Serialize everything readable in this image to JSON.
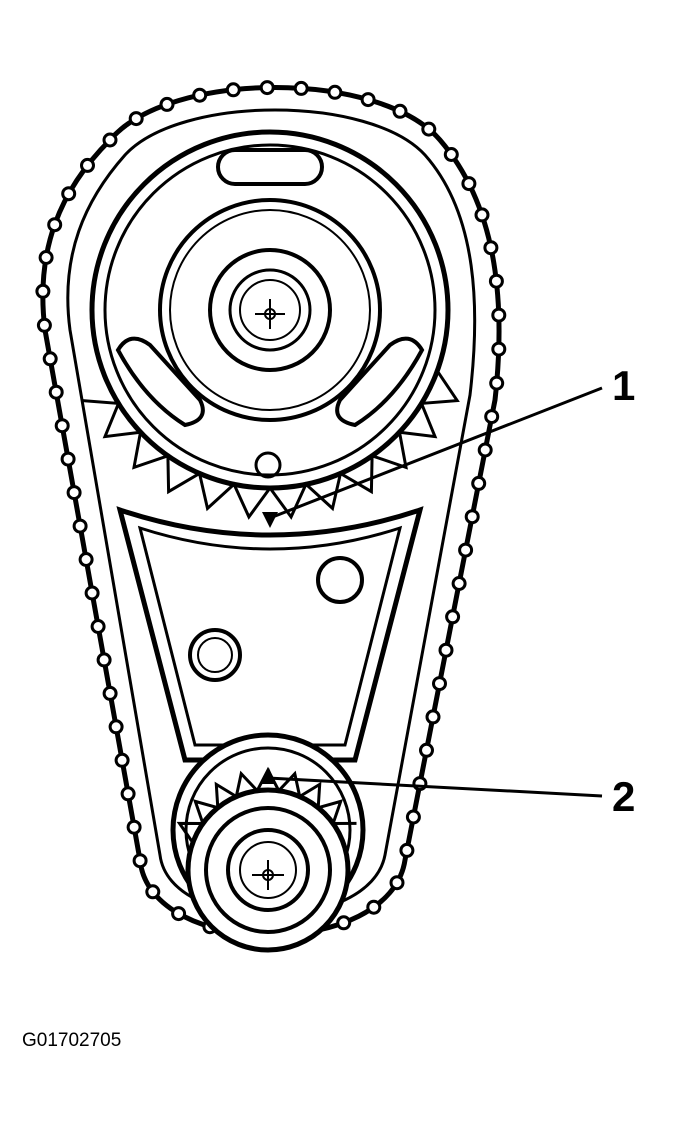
{
  "callouts": [
    {
      "number": "1"
    },
    {
      "number": "2"
    }
  ],
  "figure_id": "G01702705",
  "colors": {
    "ink": "#000000",
    "paper": "#ffffff"
  }
}
